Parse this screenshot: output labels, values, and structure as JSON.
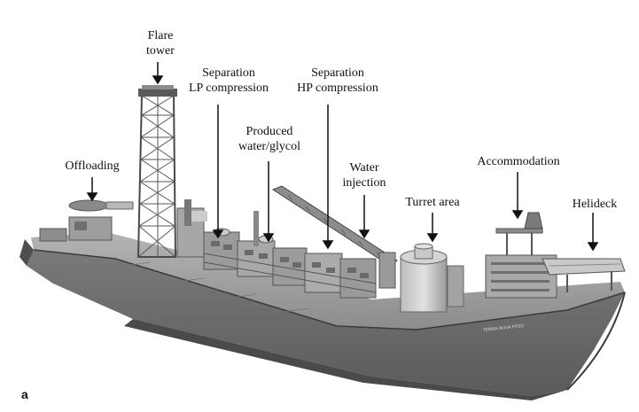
{
  "labels": {
    "flare_tower": "Flare\ntower",
    "separation_lp": "Separation\nLP compression",
    "separation_hp": "Separation\nHP compression",
    "produced_water": "Produced\nwater/glycol",
    "offloading": "Offloading",
    "water_injection": "Water\ninjection",
    "accommodation": "Accommodation",
    "turret_area": "Turret area",
    "helideck": "Helideck"
  },
  "hull_text": "TERRA NOVA FPSO",
  "panel_letter": "a"
}
